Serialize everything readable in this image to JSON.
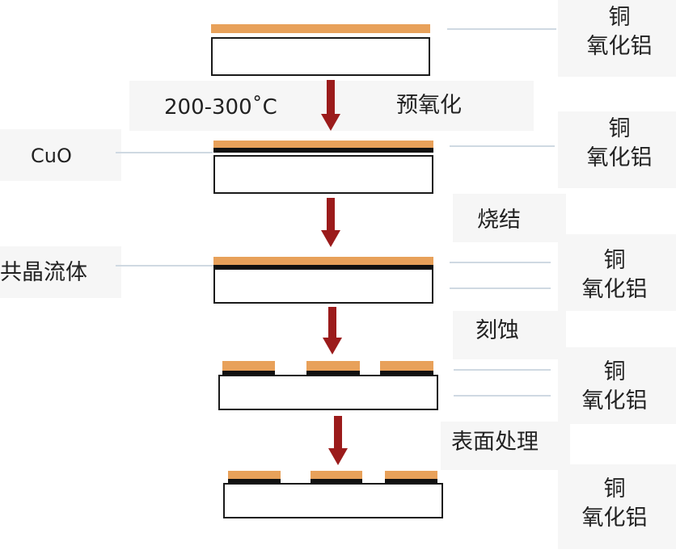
{
  "material_label_line1": "铜",
  "material_label_line2": "氧化铝",
  "steps": {
    "preoxidation": {
      "label": "预氧化",
      "temperature": "200-300˚C"
    },
    "cuo_label": "CuO",
    "sintering": {
      "label": "烧结"
    },
    "eutectic_label": "共晶流体",
    "etching": {
      "label": "刻蚀"
    },
    "surface_treatment": {
      "label": "表面处理"
    }
  },
  "colors": {
    "copper": "#e8a15a",
    "arrow": "#9b1b1b",
    "line": "#cfd9e2",
    "oxide": "#111111"
  }
}
